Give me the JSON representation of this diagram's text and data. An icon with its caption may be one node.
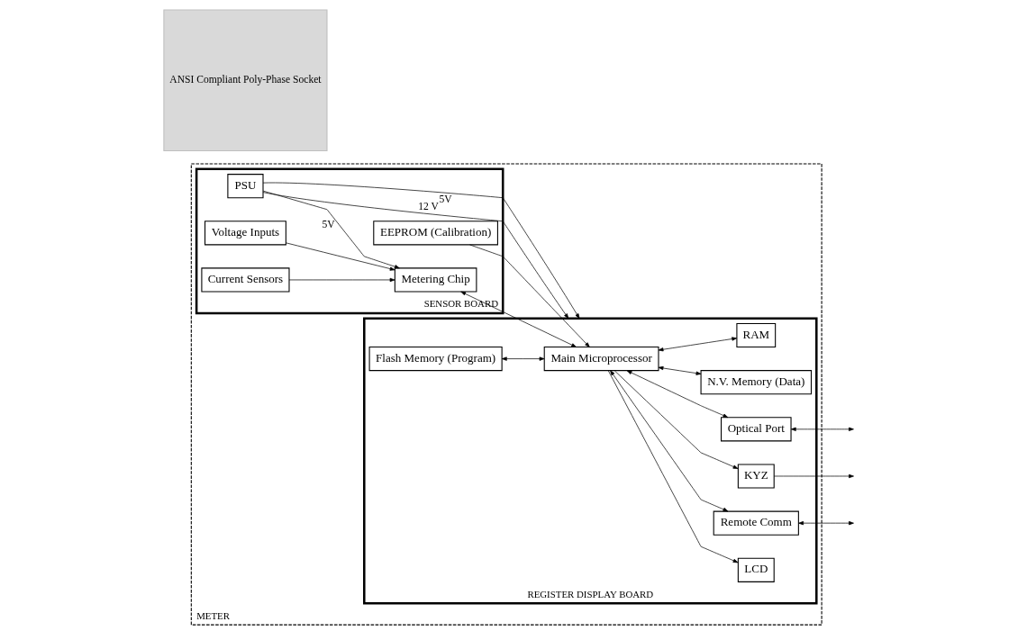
{
  "diagram": {
    "nodes": [
      {
        "text": [
          "METER"
        ]
      },
      {
        "text": [
          "ANSI Compliant Poly-Phase Socket"
        ]
      },
      {
        "text": [
          "SENSOR BOARD"
        ],
        "in": 0
      },
      {
        "text": [
          "EEPROM (Calibration)"
        ],
        "in": 2
      },
      {
        "text": [
          "PSU"
        ],
        "in": 2
      },
      {
        "text": [
          "Voltage Inputs"
        ],
        "in": 2
      },
      {
        "text": [
          "Current Sensors"
        ],
        "in": 2
      },
      {
        "text": [
          "Metering Chip"
        ],
        "in": 2
      },
      {
        "text": [
          "REGISTER DISPLAY BOARD"
        ],
        "in": 0
      },
      {
        "text": [
          "Flash Memory (Program)"
        ],
        "in": 8
      },
      {
        "text": [
          "LCD"
        ],
        "in": 8
      },
      {
        "text": [
          "Main Microprocessor"
        ],
        "in": 8
      },
      {
        "text": [
          "Optical Port"
        ],
        "in": 8
      },
      {
        "text": [
          "KYZ"
        ],
        "in": 8
      },
      {
        "text": [
          "Remote Comm"
        ],
        "in": 8
      },
      {
        "text": [
          "N.V. Memory (Data)"
        ],
        "in": 8
      },
      {
        "text": [
          "RAM"
        ],
        "in": 8
      }
    ],
    "edges": [
      {
        "from": 3,
        "to": 11,
        "arrow": "to"
      },
      {
        "from": 4,
        "to": 8,
        "arrow": "to",
        "label": "12 V"
      },
      {
        "from": 4,
        "to": 8,
        "arrow": "to",
        "label": "5V"
      },
      {
        "from": 4,
        "to": 7,
        "arrow": "to",
        "label": "5V"
      },
      {
        "from": 5,
        "to": 7,
        "arrow": "to"
      },
      {
        "from": 6,
        "to": 7,
        "arrow": "to"
      },
      {
        "from": 7,
        "to": 11,
        "arrow": "both"
      },
      {
        "from": 9,
        "to": 11,
        "arrow": "both"
      },
      {
        "from": 11,
        "to": 10,
        "arrow": "to"
      },
      {
        "from": 11,
        "to": 12,
        "arrow": "both"
      },
      {
        "from": 11,
        "to": 13,
        "arrow": "to"
      },
      {
        "from": 11,
        "to": 14,
        "arrow": "both"
      },
      {
        "from": 11,
        "to": 15,
        "arrow": "both"
      },
      {
        "from": 11,
        "to": 16,
        "arrow": "both"
      },
      {
        "from": 12,
        "to": null,
        "arrow": "both"
      },
      {
        "from": 13,
        "to": null,
        "arrow": "to"
      },
      {
        "from": 14,
        "to": null,
        "arrow": "both"
      }
    ]
  }
}
